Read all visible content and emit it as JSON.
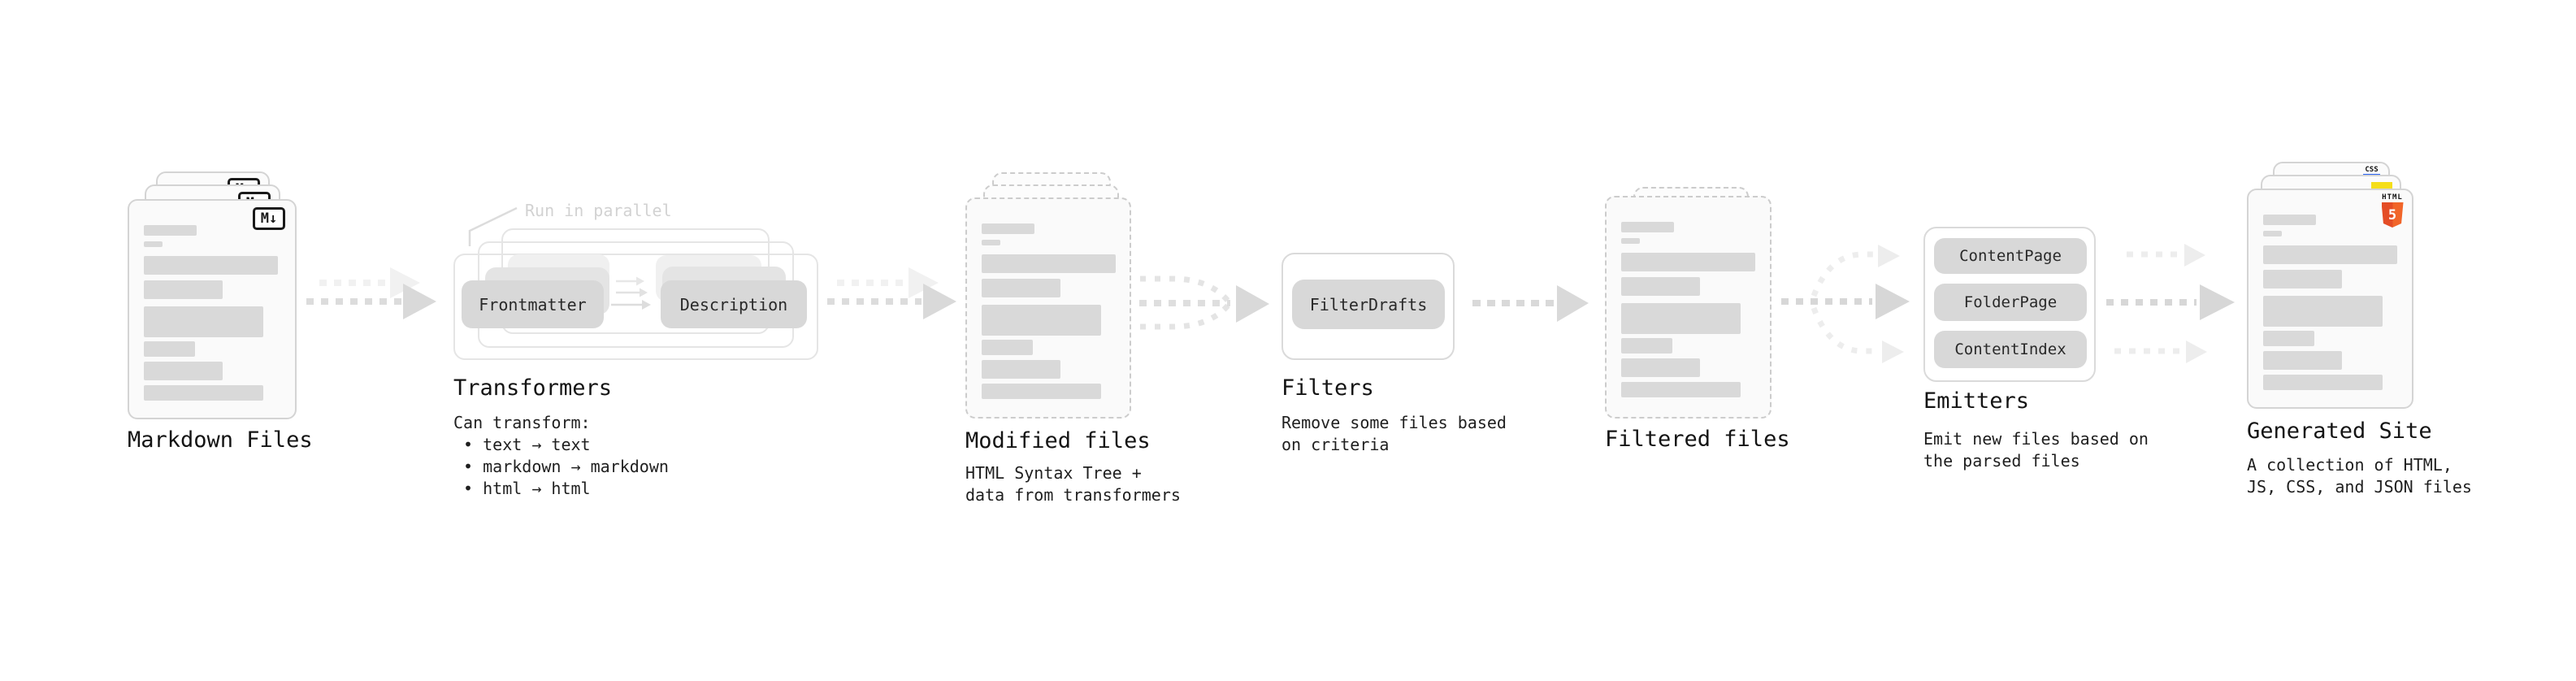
{
  "diagram": {
    "markdown": {
      "title": "Markdown Files",
      "badge": "M↓"
    },
    "transformers": {
      "title": "Transformers",
      "note": "Run in parallel",
      "frontmatter": "Frontmatter",
      "description": "Description",
      "body": "Can transform:\n • text → text\n • markdown → markdown\n • html → html"
    },
    "modified": {
      "title": "Modified files",
      "subtitle": "HTML Syntax Tree +\ndata from transformers"
    },
    "filters": {
      "title": "Filters",
      "button": "FilterDrafts",
      "subtitle": "Remove some files based\non criteria"
    },
    "filtered": {
      "title": "Filtered files"
    },
    "emitters": {
      "title": "Emitters",
      "buttons": [
        "ContentPage",
        "FolderPage",
        "ContentIndex"
      ],
      "subtitle": "Emit new files based on\nthe parsed files"
    },
    "generated": {
      "title": "Generated Site",
      "subtitle": "A collection of HTML,\nJS, CSS, and JSON files",
      "css_label": "CSS",
      "html_label": "HTML",
      "html_number": "5"
    }
  },
  "colors": {
    "html5_orange": "#e44d26",
    "js_yellow": "#f5de19",
    "css_blue": "#2962f1"
  }
}
